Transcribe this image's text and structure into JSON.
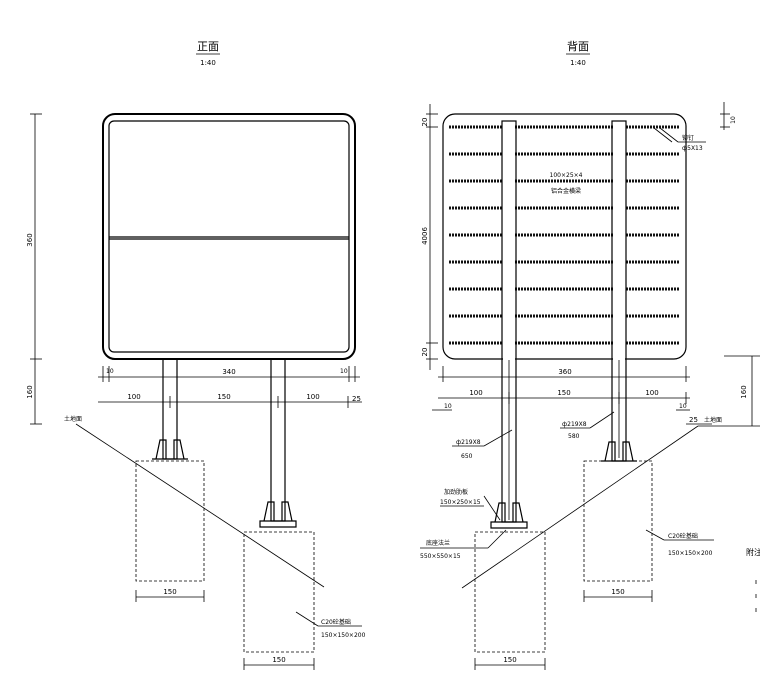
{
  "front": {
    "title": "正面",
    "scale": "1:40",
    "dims": {
      "height_top": "360",
      "height_bottom": "160",
      "edge_left": "10",
      "edge_right": "10",
      "width": "340",
      "seg_left": "100",
      "seg_mid": "150",
      "seg_right": "100",
      "right_small": "25"
    },
    "ground_label": "土地面",
    "foundation_left_width": "150",
    "foundation_right_width": "150",
    "foundation_label": "C20砼基础",
    "foundation_size": "150×150×200"
  },
  "back": {
    "title": "背面",
    "scale": "1:40",
    "dims": {
      "top_small": "20",
      "height": "4006",
      "bottom_small": "20",
      "top_right_small": "10",
      "width": "360",
      "seg_left": "100",
      "seg_mid": "150",
      "seg_right": "100",
      "small_left": "10",
      "small_right": "10",
      "right_small": "25",
      "right_height": "160"
    },
    "beam_label": "100×25×4",
    "beam_material": "铝合金横梁",
    "rivet_label": "铆钉",
    "rivet_size": "ф5X13",
    "pole_left_label": "ф219X8",
    "pole_left_len": "650",
    "pole_right_label": "ф219X8",
    "pole_right_len": "580",
    "stiffener_label": "加劲肋板",
    "stiffener_size": "150×250×15",
    "base_plate_label": "底座法兰",
    "base_plate_size": "550×550×15",
    "ground_label": "土地面",
    "foundation_label": "C20砼基础",
    "foundation_size": "150×150×200",
    "foundation_left_width": "150",
    "foundation_right_width": "150",
    "note_partial": "附注"
  }
}
